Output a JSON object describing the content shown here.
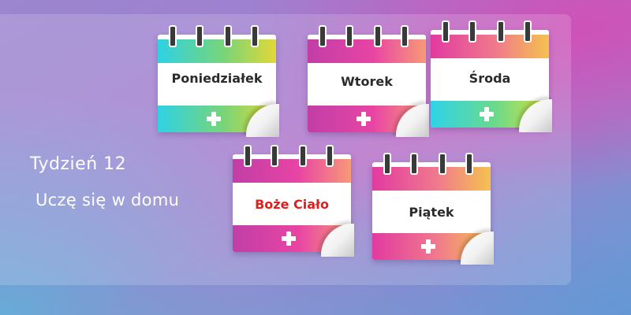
{
  "sidebar": {
    "title": "Tydzień 12",
    "subtitle": "Uczę się w domu"
  },
  "days": [
    {
      "label": "Poniedziałek",
      "holiday": false,
      "gradient": "cyan"
    },
    {
      "label": "Wtorek",
      "holiday": false,
      "gradient": "pink"
    },
    {
      "label": "Środa",
      "holiday": false,
      "gradient": "pinkyl"
    },
    {
      "label": "Boże Ciało",
      "holiday": true,
      "gradient": "pink"
    },
    {
      "label": "Piątek",
      "holiday": false,
      "gradient": "pinkyl"
    }
  ],
  "colors": {
    "holiday_text": "#e31c1c",
    "day_text": "#2b2b2b",
    "cyan_gradient": "#2fd2e3",
    "pink_gradient": "#e844a4",
    "yellow_gradient": "#e2d836"
  },
  "icons": {
    "add": "plus-icon",
    "binding": "calendar-ring-icon"
  }
}
